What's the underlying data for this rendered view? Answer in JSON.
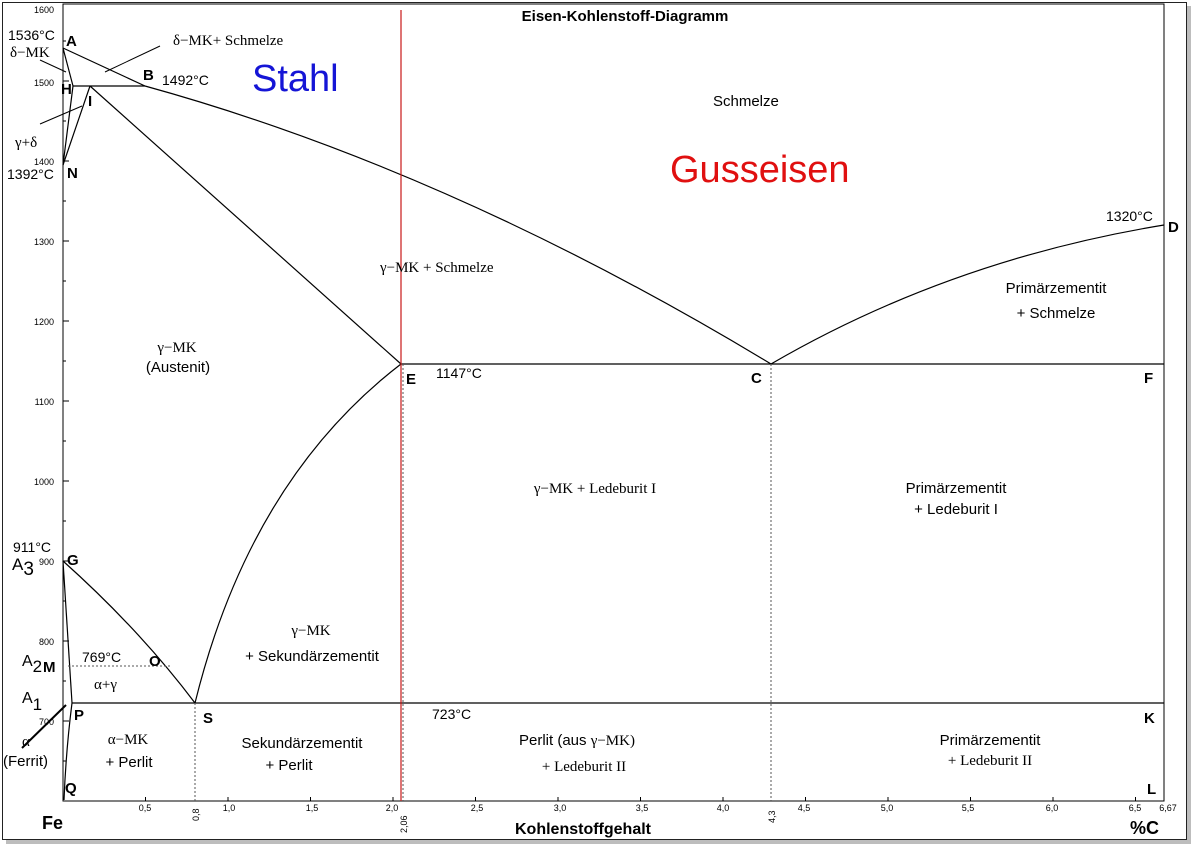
{
  "title": "Eisen-Kohlenstoff-Diagramm",
  "axes": {
    "xlabel": "Kohlenstoffgehalt",
    "x_origin_label": "Fe",
    "x_unit_label": "%C",
    "y_ticks": [
      "700",
      "800",
      "900",
      "1000",
      "1100",
      "1200",
      "1300",
      "1400",
      "1500",
      "1600"
    ],
    "x_ticks": [
      "0,5",
      "1,0",
      "1,5",
      "2,0",
      "2,5",
      "3,0",
      "3,5",
      "4,0",
      "4,5",
      "5,0",
      "5,5",
      "6,0",
      "6,5",
      "6,67"
    ],
    "x_vertical_ticks": [
      "0,8",
      "2,06",
      "4,3"
    ]
  },
  "regions": {
    "stahl": "Stahl",
    "gusseisen": "Gusseisen",
    "schmelze": "Schmelze",
    "gamma_schmelze": "γ−MK + Schmelze",
    "delta_schmelze": "δ−MK+ Schmelze",
    "primaer_schmelze_1": "Primärzementit",
    "primaer_schmelze_2": "+ Schmelze",
    "austenit_1": "γ−MK",
    "austenit_2": "(Austenit)",
    "gamma_ledeburit": "γ−MK + Ledeburit I",
    "primaer_ledeburit1_1": "Primärzementit",
    "primaer_ledeburit1_2": "+ Ledeburit I",
    "gamma_sek_1": "γ−MK",
    "gamma_sek_2": "+ Sekundärzementit",
    "alpha_gamma": "α+γ",
    "alpha_perlit_1": "α−MK",
    "alpha_perlit_2": "+ Perlit",
    "sek_perlit_1": "Sekundärzementit",
    "sek_perlit_2": "+ Perlit",
    "perlit_led_1a": "Perlit (aus ",
    "perlit_led_1b": "γ−MK)",
    "perlit_led_2": "+ Ledeburit II",
    "primaer_led2_1": "Primärzementit",
    "primaer_led2_2": "+ Ledeburit II",
    "delta_mk": "δ−MK",
    "gamma_delta": "γ+δ",
    "alpha": "α",
    "ferrit": "(Ferrit)"
  },
  "points": {
    "A": "A",
    "B": "B",
    "H": "H",
    "I": "I",
    "N": "N",
    "D": "D",
    "E": "E",
    "C": "C",
    "F": "F",
    "G": "G",
    "O": "O",
    "M": "M",
    "P": "P",
    "S": "S",
    "K": "K",
    "Q": "Q",
    "L": "L"
  },
  "temperatures": {
    "t1536": "1536°C",
    "t1492": "1492°C",
    "t1392": "1392°C",
    "t1320": "1320°C",
    "t1147": "1147°C",
    "t911": "911°C",
    "t769": "769°C",
    "t723": "723°C"
  },
  "transitions": {
    "a3": "A",
    "a3_sub": "3",
    "a2": "A",
    "a2_sub": "2",
    "a1": "A",
    "a1_sub": "1"
  },
  "colors": {
    "stahl": "#1515d6",
    "gusseisen": "#e01010",
    "divider": "#c81818",
    "lines": "#000000",
    "dotted": "#555555"
  }
}
